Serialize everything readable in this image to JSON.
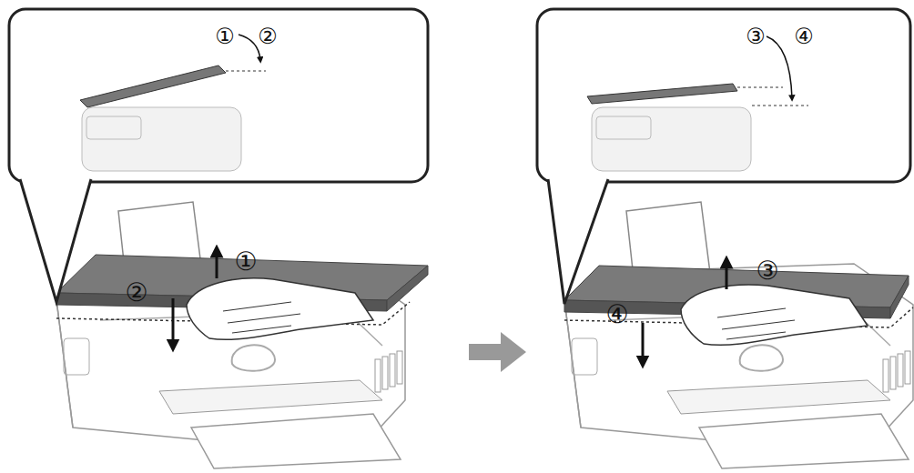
{
  "diagram": {
    "labels": [
      "①",
      "②",
      "①",
      "②",
      "③",
      "④",
      "③",
      "④"
    ]
  }
}
